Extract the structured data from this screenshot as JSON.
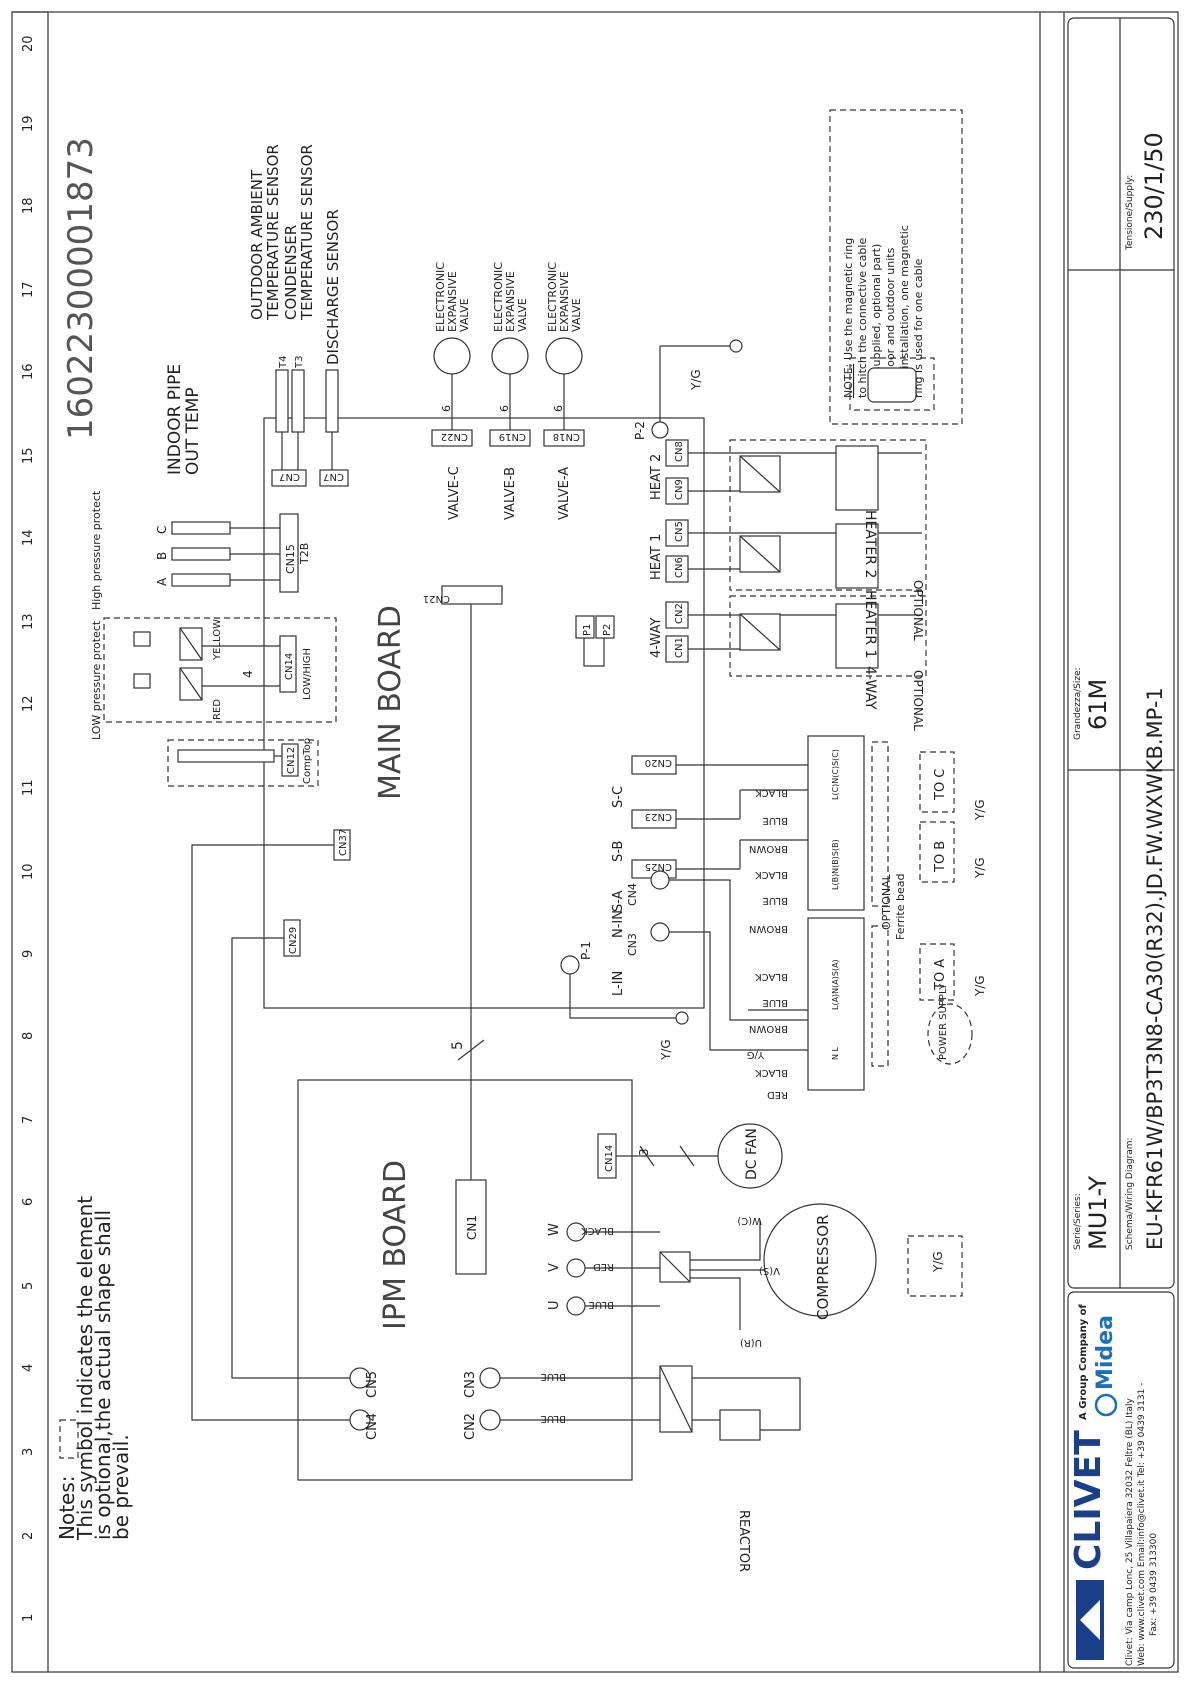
{
  "border_numbers": [
    "1",
    "2",
    "3",
    "4",
    "5",
    "6",
    "7",
    "8",
    "9",
    "10",
    "11",
    "12",
    "13",
    "14",
    "15",
    "16",
    "17",
    "18",
    "19",
    "20"
  ],
  "title_block": {
    "company": "CLIVET",
    "group_label": "A Group Company of",
    "group_name": "Midea",
    "address1": "Clivet: Via camp Lonc, 25 Villapaiera 32032 Feltre (BL) Italy",
    "address2": "Web: www.clivet.com Email:info@clivet.it Tel: +39 0439 3131 -",
    "address3": "Fax: +39 0439 313300",
    "series_label": "Serie/Series:",
    "series_value": "MU1-Y",
    "size_label": "Grandezza/Size:",
    "size_value": "61M",
    "diagram_label": "Schema/Wiring Diagram:",
    "diagram_value": "EU-KFR61W/BP3T3N8-CA30(R32).JD.FW.WXWKB.MP-1",
    "supply_label": "Tensione/Supply:",
    "supply_value": "230/1/50"
  },
  "doc_number": "16022300001873",
  "notes": {
    "title": "Notes:",
    "line1": "This symbol indicates the element",
    "line2": "is optional,the actual shape shall",
    "line3": "be prevail."
  },
  "boards": {
    "main": "MAIN BOARD",
    "ipm": "IPM BOARD"
  },
  "sensors": {
    "outdoor_ambient_1": "OUTDOOR AMBIENT",
    "outdoor_ambient_2": "TEMPERATURE SENSOR",
    "condenser_1": "CONDENSER",
    "condenser_2": "TEMPERATURE SENSOR",
    "discharge": "DISCHARGE SENSOR",
    "indoor_pipe_1": "INDOOR PIPE",
    "indoor_pipe_2": "OUT TEMP",
    "t4": "T4",
    "t3": "T3",
    "cn7a": "CN7",
    "cn7b": "CN7",
    "t2b": "T2B",
    "cn15": "CN15",
    "abc": [
      "A",
      "B",
      "C"
    ]
  },
  "valves": {
    "ev_line1": "ELECTRONIC",
    "ev_line2": "EXPANSIVE",
    "ev_line3": "VALVE",
    "six": "6",
    "valve_c": "VALVE-C",
    "valve_b": "VALVE-B",
    "valve_a": "VALVE-A",
    "cn22": "CN22",
    "cn19": "CN19",
    "cn18": "CN18"
  },
  "pressure": {
    "high_pressure": "High pressure protect",
    "low_pressure": "LOW pressure protect",
    "yellow": "YELLOW",
    "red": "RED",
    "cn14": "CN14",
    "lowhigh": "LOW/HIGH",
    "four": "4",
    "cn12": "CN12",
    "comptop": "CompTop"
  },
  "heaters": {
    "p2": "P-2",
    "yg": "Y/G",
    "heat2": "HEAT 2",
    "heat1": "HEAT 1",
    "fourway": "4-WAY",
    "cn8": "CN8",
    "cn9": "CN9",
    "cn5": "CN5",
    "cn6": "CN6",
    "cn2": "CN2",
    "cn1": "CN1",
    "heater2": "HEATER 2",
    "heater1": "HEATER 1",
    "fourway_coil": "4-WAY",
    "optional": "OPTIONAL",
    "p1": "P1",
    "p2b": "P2",
    "cn21": "CN21"
  },
  "terminals": {
    "sc": "S-C",
    "sb": "S-B",
    "sa": "S-A",
    "cn20": "CN20",
    "cn23": "CN23",
    "cn25": "CN25",
    "nin": "N-IN",
    "lin": "L-IN",
    "cn4": "CN4",
    "cn3": "CN3",
    "p1": "P-1",
    "colors_c": [
      "BLACK",
      "BLUE",
      "BROWN"
    ],
    "colors_b": [
      "BLACK",
      "BLUE",
      "BROWN"
    ],
    "colors_a": [
      "BLACK",
      "BLUE",
      "BROWN"
    ],
    "yg": "Y/G",
    "black": "BLACK",
    "red": "RED",
    "to_c": "TO C",
    "to_b": "TO B",
    "to_a": "TO A",
    "power_supply": "POWER SUPPLY",
    "optional": "OPTIONAL",
    "ferrite": "Ferrite bead",
    "tb_labels_c": "L(C)N(C)S(C)",
    "tb_labels_b": "L(B)N(B)S(B)",
    "tb_labels_a": "L(A)N(A)S(A)",
    "tb_labels_n": "N L",
    "cn37": "CN37",
    "cn29": "CN29"
  },
  "magnetic_note": {
    "title": "NOTE:",
    "lines": [
      "Use the magnetic ring",
      "to hitch the connective cable",
      "(not supplied, optional part)",
      "of indoor and outdoor units",
      "after installation, one magnetic",
      "ring is used for one cable"
    ]
  },
  "ipm": {
    "cn1": "CN1",
    "cn14": "CN14",
    "dc_fan": "DC FAN",
    "three": "3",
    "five": "5",
    "u": "U",
    "v": "V",
    "w": "W",
    "black": "BLACK",
    "red": "RED",
    "blue": "BLUE",
    "compressor": "COMPRESSOR",
    "wc": "W(C)",
    "vs": "V(S)",
    "ur": "U(R)",
    "yg": "Y/G",
    "cn4": "CN4",
    "cn5": "CN5",
    "cn2": "CN2",
    "cn3": "CN3",
    "blue2": "BLUE",
    "blue3": "BLUE",
    "reactor": "REACTOR"
  }
}
